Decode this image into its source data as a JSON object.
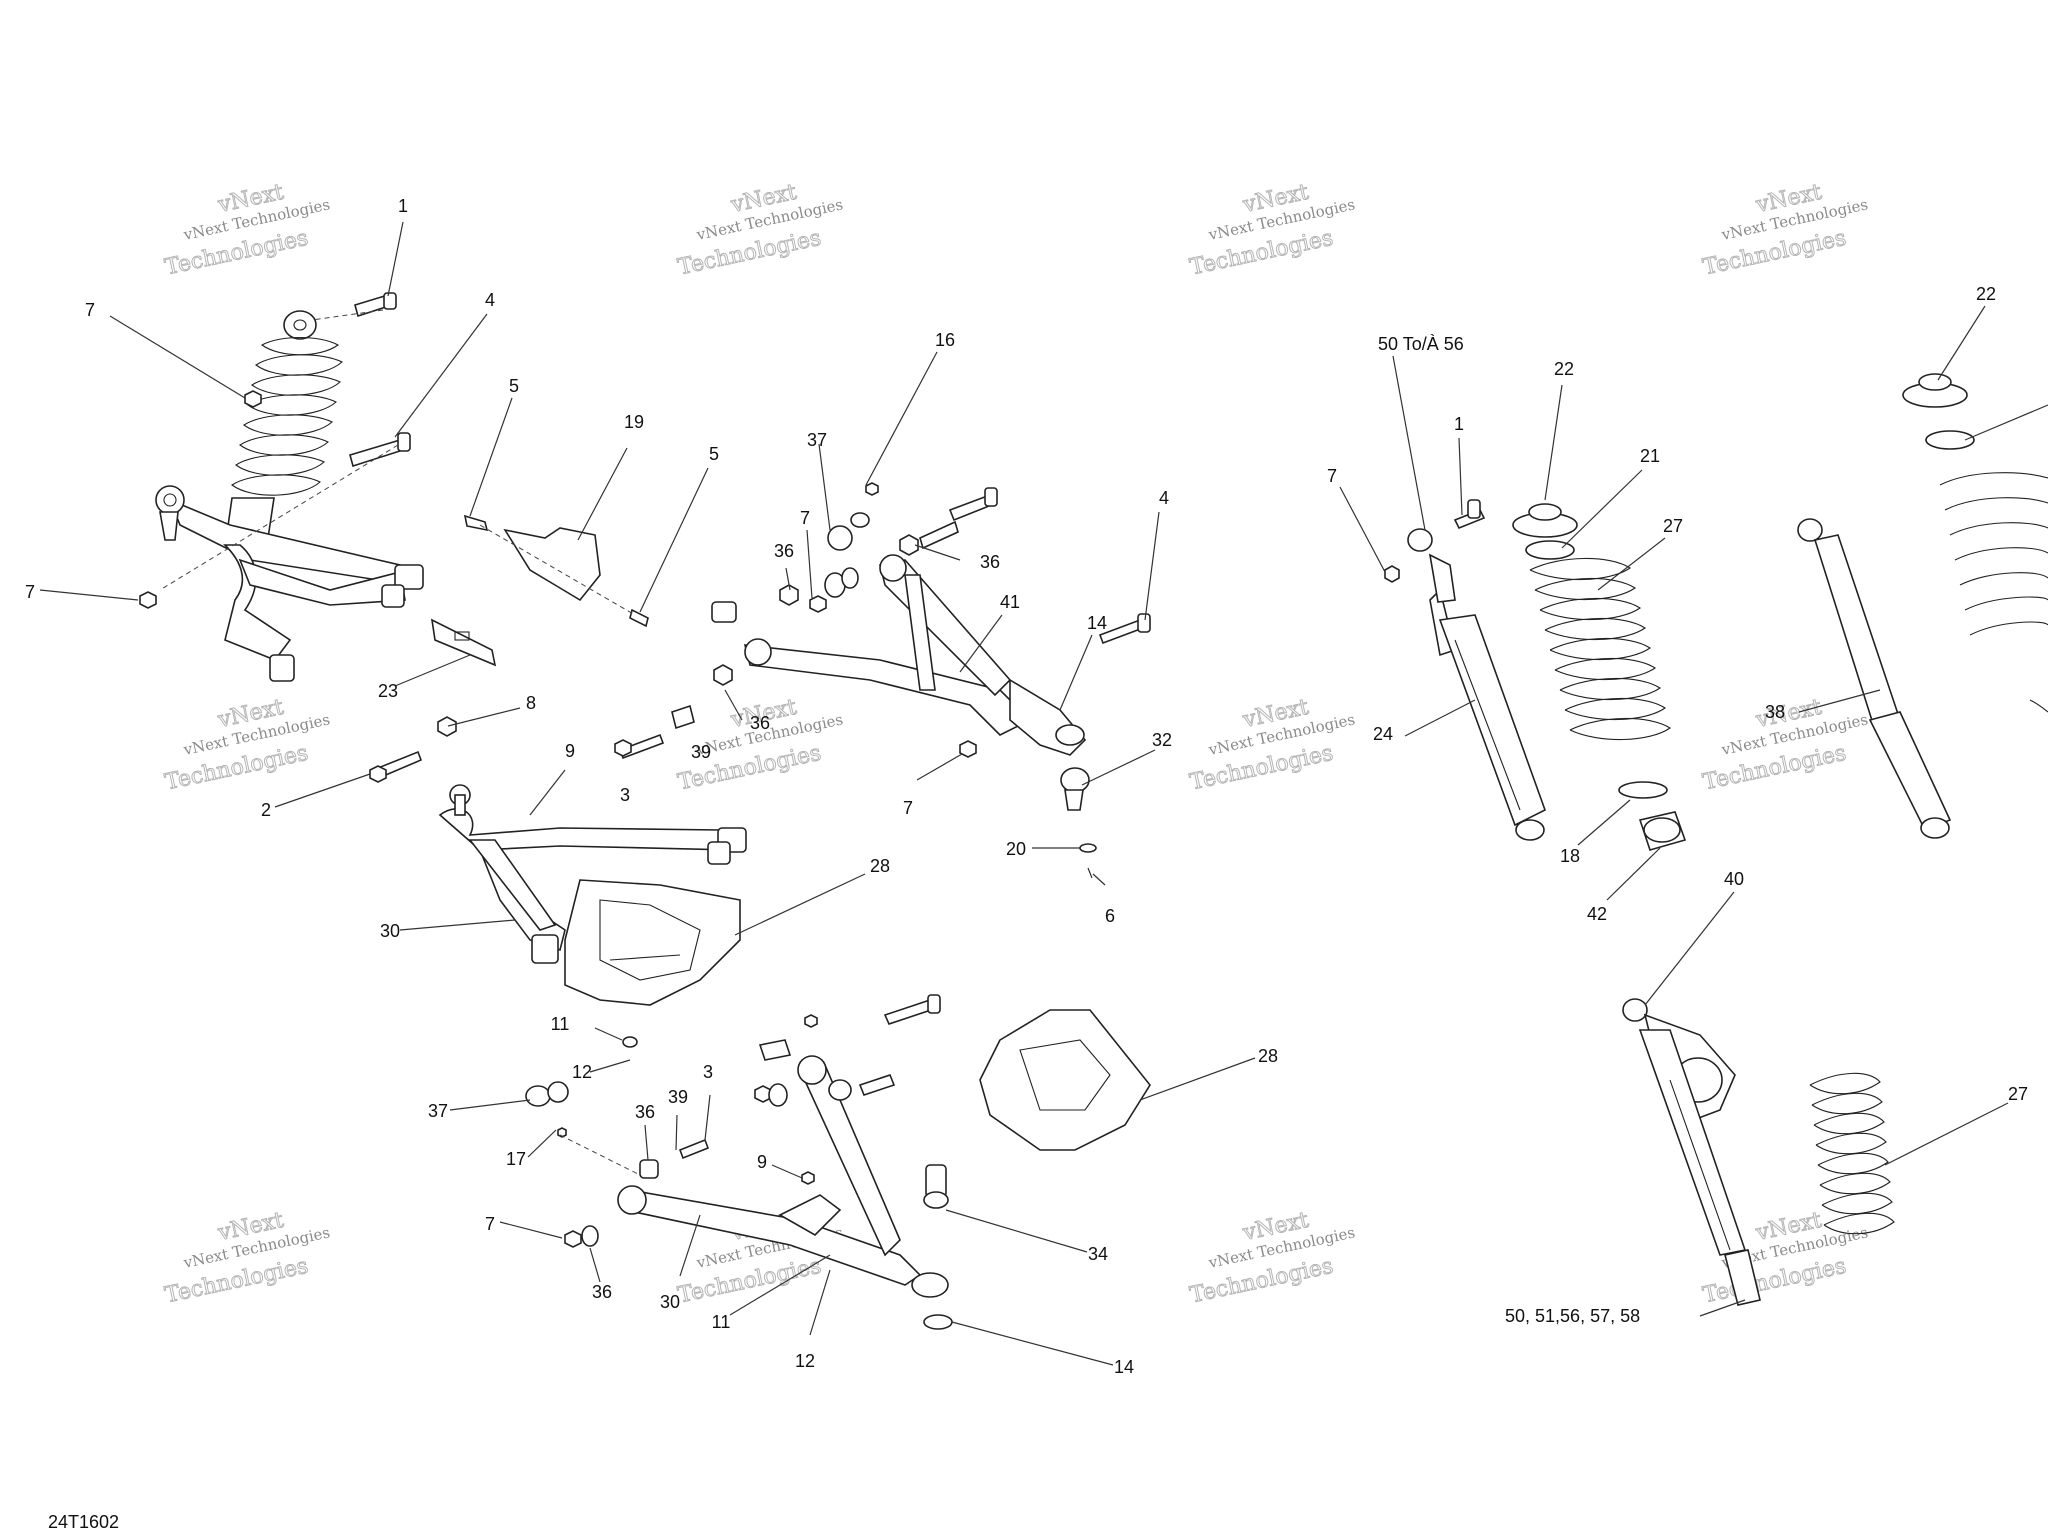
{
  "diagram_ref": "24T1602",
  "watermark": {
    "line1": "vNext Technologies",
    "line2": "Technologies",
    "stamp": "vNext"
  },
  "callouts": [
    {
      "id": "c1",
      "text": "1"
    },
    {
      "id": "c7a",
      "text": "7"
    },
    {
      "id": "c4a",
      "text": "4"
    },
    {
      "id": "c7b",
      "text": "7"
    },
    {
      "id": "c5a",
      "text": "5"
    },
    {
      "id": "c19",
      "text": "19"
    },
    {
      "id": "c5b",
      "text": "5"
    },
    {
      "id": "c23",
      "text": "23"
    },
    {
      "id": "c8",
      "text": "8"
    },
    {
      "id": "c2",
      "text": "2"
    },
    {
      "id": "c9a",
      "text": "9"
    },
    {
      "id": "c30a",
      "text": "30"
    },
    {
      "id": "c28a",
      "text": "28"
    },
    {
      "id": "c16",
      "text": "16"
    },
    {
      "id": "c37a",
      "text": "37"
    },
    {
      "id": "c7c",
      "text": "7"
    },
    {
      "id": "c36a",
      "text": "36"
    },
    {
      "id": "c36b",
      "text": "36"
    },
    {
      "id": "c41",
      "text": "41"
    },
    {
      "id": "c4b",
      "text": "4"
    },
    {
      "id": "c14a",
      "text": "14"
    },
    {
      "id": "c36c",
      "text": "36"
    },
    {
      "id": "c39a",
      "text": "39"
    },
    {
      "id": "c3a",
      "text": "3"
    },
    {
      "id": "c7d",
      "text": "7"
    },
    {
      "id": "c32",
      "text": "32"
    },
    {
      "id": "c20",
      "text": "20"
    },
    {
      "id": "c6",
      "text": "6"
    },
    {
      "id": "c11a",
      "text": "11"
    },
    {
      "id": "c12a",
      "text": "12"
    },
    {
      "id": "c37b",
      "text": "37"
    },
    {
      "id": "c36d",
      "text": "36"
    },
    {
      "id": "c39b",
      "text": "39"
    },
    {
      "id": "c3b",
      "text": "3"
    },
    {
      "id": "c17",
      "text": "17"
    },
    {
      "id": "c9b",
      "text": "9"
    },
    {
      "id": "c7e",
      "text": "7"
    },
    {
      "id": "c36e",
      "text": "36"
    },
    {
      "id": "c30b",
      "text": "30"
    },
    {
      "id": "c11b",
      "text": "11"
    },
    {
      "id": "c12b",
      "text": "12"
    },
    {
      "id": "c34",
      "text": "34"
    },
    {
      "id": "c14b",
      "text": "14"
    },
    {
      "id": "c28b",
      "text": "28"
    },
    {
      "id": "c5056",
      "text": "50 To/À 56"
    },
    {
      "id": "c1b",
      "text": "1"
    },
    {
      "id": "c7f",
      "text": "7"
    },
    {
      "id": "c22a",
      "text": "22"
    },
    {
      "id": "c21",
      "text": "21"
    },
    {
      "id": "c27a",
      "text": "27"
    },
    {
      "id": "c24",
      "text": "24"
    },
    {
      "id": "c18",
      "text": "18"
    },
    {
      "id": "c42",
      "text": "42"
    },
    {
      "id": "c22b",
      "text": "22"
    },
    {
      "id": "c38",
      "text": "38"
    },
    {
      "id": "c40",
      "text": "40"
    },
    {
      "id": "c27b",
      "text": "27"
    },
    {
      "id": "c50list",
      "text": "50, 51,56, 57, 58"
    }
  ]
}
